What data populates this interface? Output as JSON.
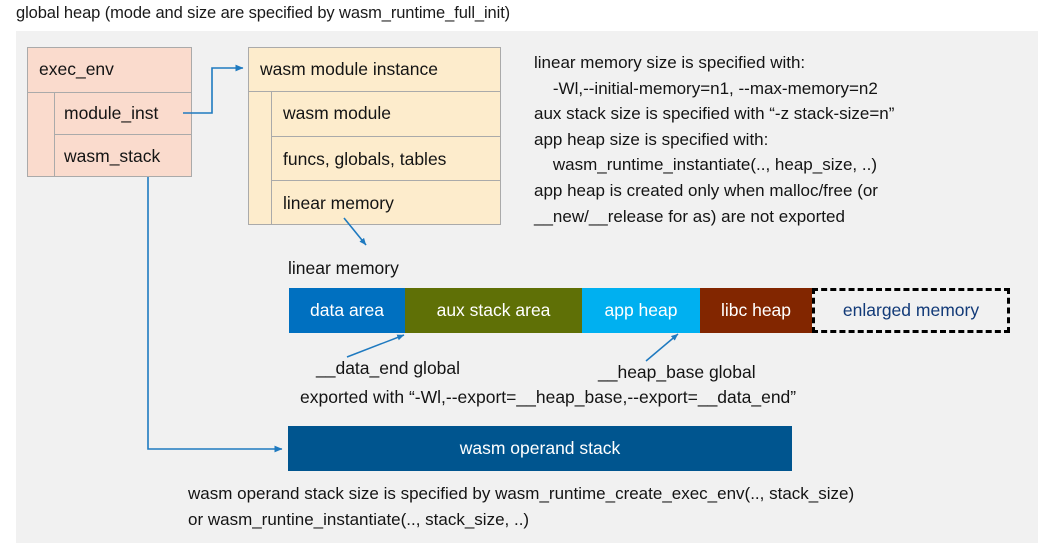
{
  "title": "global heap (mode and size are specified by wasm_runtime_full_init)",
  "exec_env": {
    "title": "exec_env",
    "fields": [
      {
        "label": "module_inst"
      },
      {
        "label": "wasm_stack"
      }
    ],
    "color": "#fadbcd"
  },
  "module_instance": {
    "title": "wasm module instance",
    "rows": [
      {
        "label": "wasm module"
      },
      {
        "label": "funcs, globals, tables"
      },
      {
        "label": "linear memory"
      }
    ],
    "color": "#fdeccc"
  },
  "notes": {
    "right": "linear memory size is specified with:\n    -Wl,--initial-memory=n1, --max-memory=n2\naux stack size is specified with “-z stack-size=n”\napp heap size is specified with:\n    wasm_runtime_instantiate(.., heap_size, ..)\napp heap is created only when malloc/free (or\n__new/__release for as) are not exported",
    "bottom": "wasm operand stack size is specified by wasm_runtime_create_exec_env(.., stack_size)\nor wasm_runtine_instantiate(.., stack_size, ..)"
  },
  "linear_memory": {
    "caption": "linear memory",
    "segments": [
      {
        "label": "data area",
        "color": "#0070c0",
        "text_color": "#ffffff",
        "style": "solid"
      },
      {
        "label": "aux stack area",
        "color": "#5f7006",
        "text_color": "#ffffff",
        "style": "solid"
      },
      {
        "label": "app heap",
        "color": "#00b0f0",
        "text_color": "#ffffff",
        "style": "solid"
      },
      {
        "label": "libc heap",
        "color": "#822600",
        "text_color": "#ffffff",
        "style": "solid"
      },
      {
        "label": "enlarged memory",
        "color": "#f1f1f1",
        "text_color": "#123a78",
        "style": "dashed"
      }
    ]
  },
  "annotations": {
    "data_end": "__data_end global",
    "heap_base": "__heap_base global",
    "exported_with": "exported with “-Wl,--export=__heap_base,--export=__data_end”"
  },
  "operand_stack": {
    "label": "wasm operand stack",
    "color": "#00558f"
  },
  "colors": {
    "background": "#ffffff",
    "panel": "#f1f1f1",
    "connector": "#1f7ac0",
    "border": "#aaaaaa",
    "text": "#141414"
  }
}
